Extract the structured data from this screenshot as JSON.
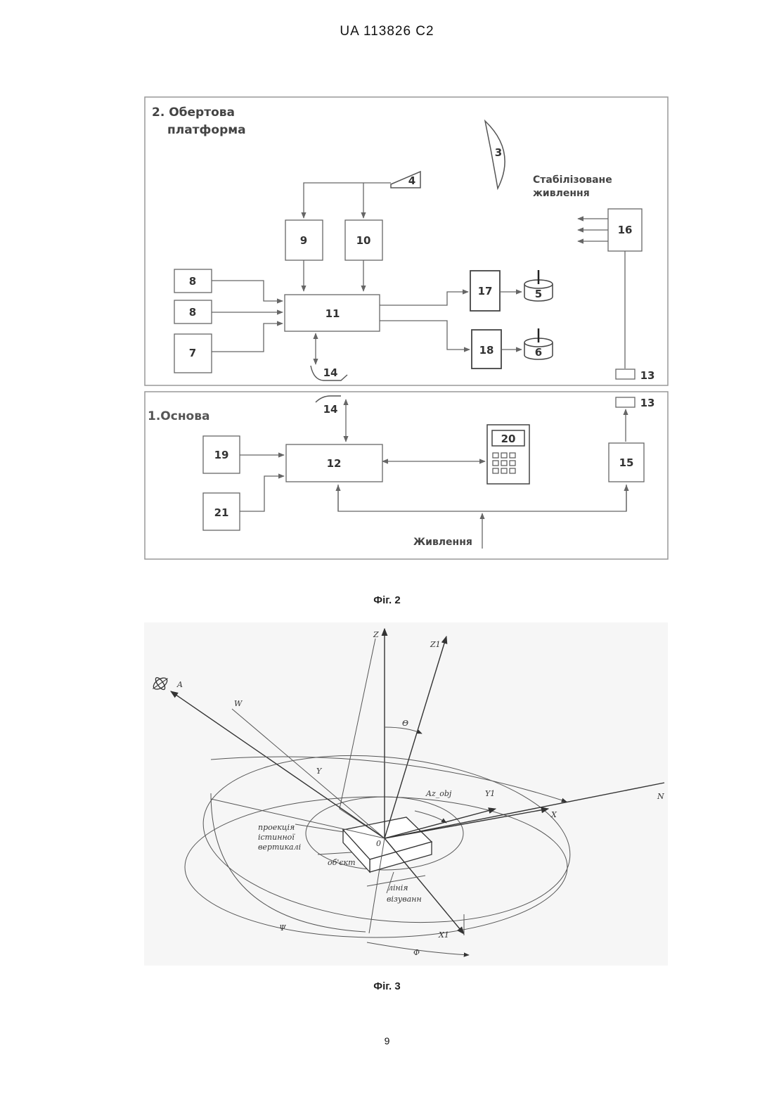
{
  "header": {
    "patent_number": "UA   113826   C2"
  },
  "figure2": {
    "caption": "Фіг. 2",
    "platform_title_line1": "2. Обертова",
    "platform_title_line2": "платформа",
    "stabilized_line1": "Стабілізоване",
    "stabilized_line2": "живлення",
    "base_title": "1.Основа",
    "power_label": "Живлення",
    "blocks": {
      "b3": "3",
      "b4": "4",
      "b5": "5",
      "b6": "6",
      "b7": "7",
      "b8a": "8",
      "b8b": "8",
      "b9": "9",
      "b10": "10",
      "b11": "11",
      "b12": "12",
      "b13a": "13",
      "b13b": "13",
      "b14a": "14",
      "b14b": "14",
      "b15": "15",
      "b16": "16",
      "b17": "17",
      "b18": "18",
      "b19": "19",
      "b20": "20",
      "b21": "21"
    }
  },
  "figure3": {
    "caption": "Фіг. 3",
    "labels": {
      "z": "Z",
      "z1": "Z1",
      "a": "A",
      "w": "W",
      "theta": "Θ",
      "y": "Y",
      "az_obj": "Az_obj",
      "y1": "Y1",
      "n": "N",
      "x": "X",
      "o": "0",
      "x1": "X1",
      "psi": "Ψ",
      "phi": "Φ",
      "proj_line1": "проекція",
      "proj_line2": "істинної",
      "proj_line3": "вертикалі",
      "object": "об'єкт",
      "sight_line1": "лінія",
      "sight_line2": "візуванн"
    }
  }
}
